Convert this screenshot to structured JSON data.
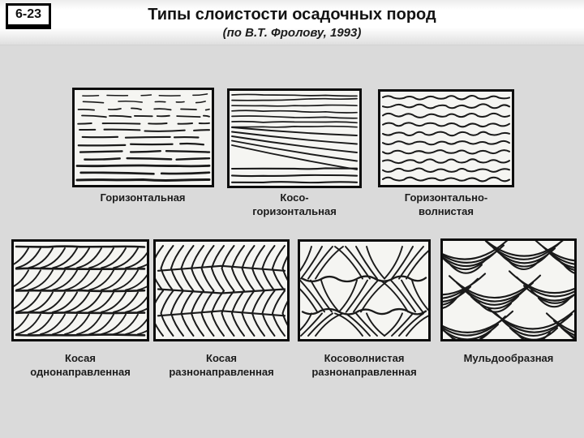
{
  "header": {
    "slide_number": "6-23",
    "title": "Типы слоистости осадочных пород",
    "subtitle": "(по В.Т. Фролову, 1993)"
  },
  "colors": {
    "page_background": "#dadada",
    "panel_background": "#f5f5f2",
    "panel_border": "#0d0d0d",
    "ink": "#1a1a1a",
    "text": "#1c1c1c"
  },
  "panels": [
    {
      "id": "horizontal",
      "pattern": "horizontal-broken",
      "label_line1": "Горизонтальная",
      "label_line2": ""
    },
    {
      "id": "oblique-horizontal",
      "pattern": "oblique-horizontal",
      "label_line1": "Косо-",
      "label_line2": "горизонтальная"
    },
    {
      "id": "horizontal-wavy",
      "pattern": "horizontal-wavy",
      "label_line1": "Горизонтально-",
      "label_line2": "волнистая"
    },
    {
      "id": "cross-unidirectional",
      "pattern": "cross-unidirectional",
      "label_line1": "Косая",
      "label_line2": "однонаправленная"
    },
    {
      "id": "cross-multidirectional",
      "pattern": "cross-multidirectional",
      "label_line1": "Косая",
      "label_line2": "разнонаправленная"
    },
    {
      "id": "cross-wavy-multidirectional",
      "pattern": "cross-wavy-multidirectional",
      "label_line1": "Косоволнистая",
      "label_line2": "разнонаправленная"
    },
    {
      "id": "trough",
      "pattern": "trough",
      "label_line1": "Мульдообразная",
      "label_line2": ""
    }
  ]
}
